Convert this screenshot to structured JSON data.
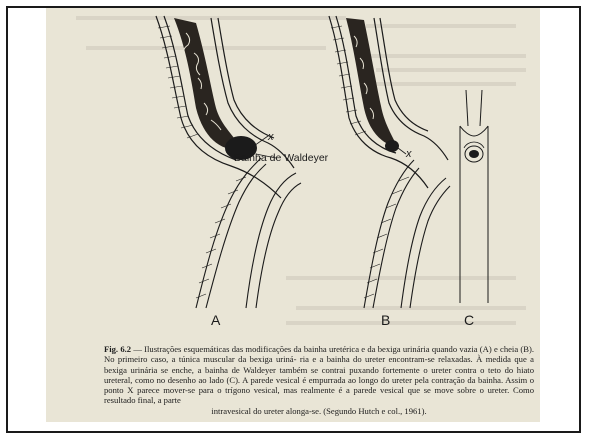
{
  "figure": {
    "label_x_a": "x",
    "label_x_b": "x",
    "label_waldeyer": "Bainha de Waldeyer",
    "panel_a": "A",
    "panel_b": "B",
    "panel_c": "C"
  },
  "caption": {
    "lead": "Fig. 6.2",
    "lines": [
      " — Ilustrações esquemáticas das modificações da bainha uretérica e da bexiga",
      "urinária quando vazia (A) e cheia (B). No primeiro caso, a túnica muscular da bexiga uriná-",
      "ria e a bainha do ureter encontram-se relaxadas. À medida que a bexiga urinária se enche, a",
      "bainha de Waldeyer também se contrai puxando fortemente o ureter contra o teto do hiato",
      "ureteral, como no desenho ao lado (C). A parede vesical é empurrada ao longo do ureter",
      "pela contração da bainha. Assim o ponto X parece mover-se para o trígono vesical, mas",
      "realmente é a parede vesical que se move sobre o ureter. Como resultado final, a parte"
    ],
    "last_line": "intravesical do ureter alonga-se. (Segundo Hutch e col., 1961)."
  },
  "colors": {
    "paper": "#e9e5d6",
    "ink": "#1b1b1b",
    "frame": "#1a1a1a"
  }
}
